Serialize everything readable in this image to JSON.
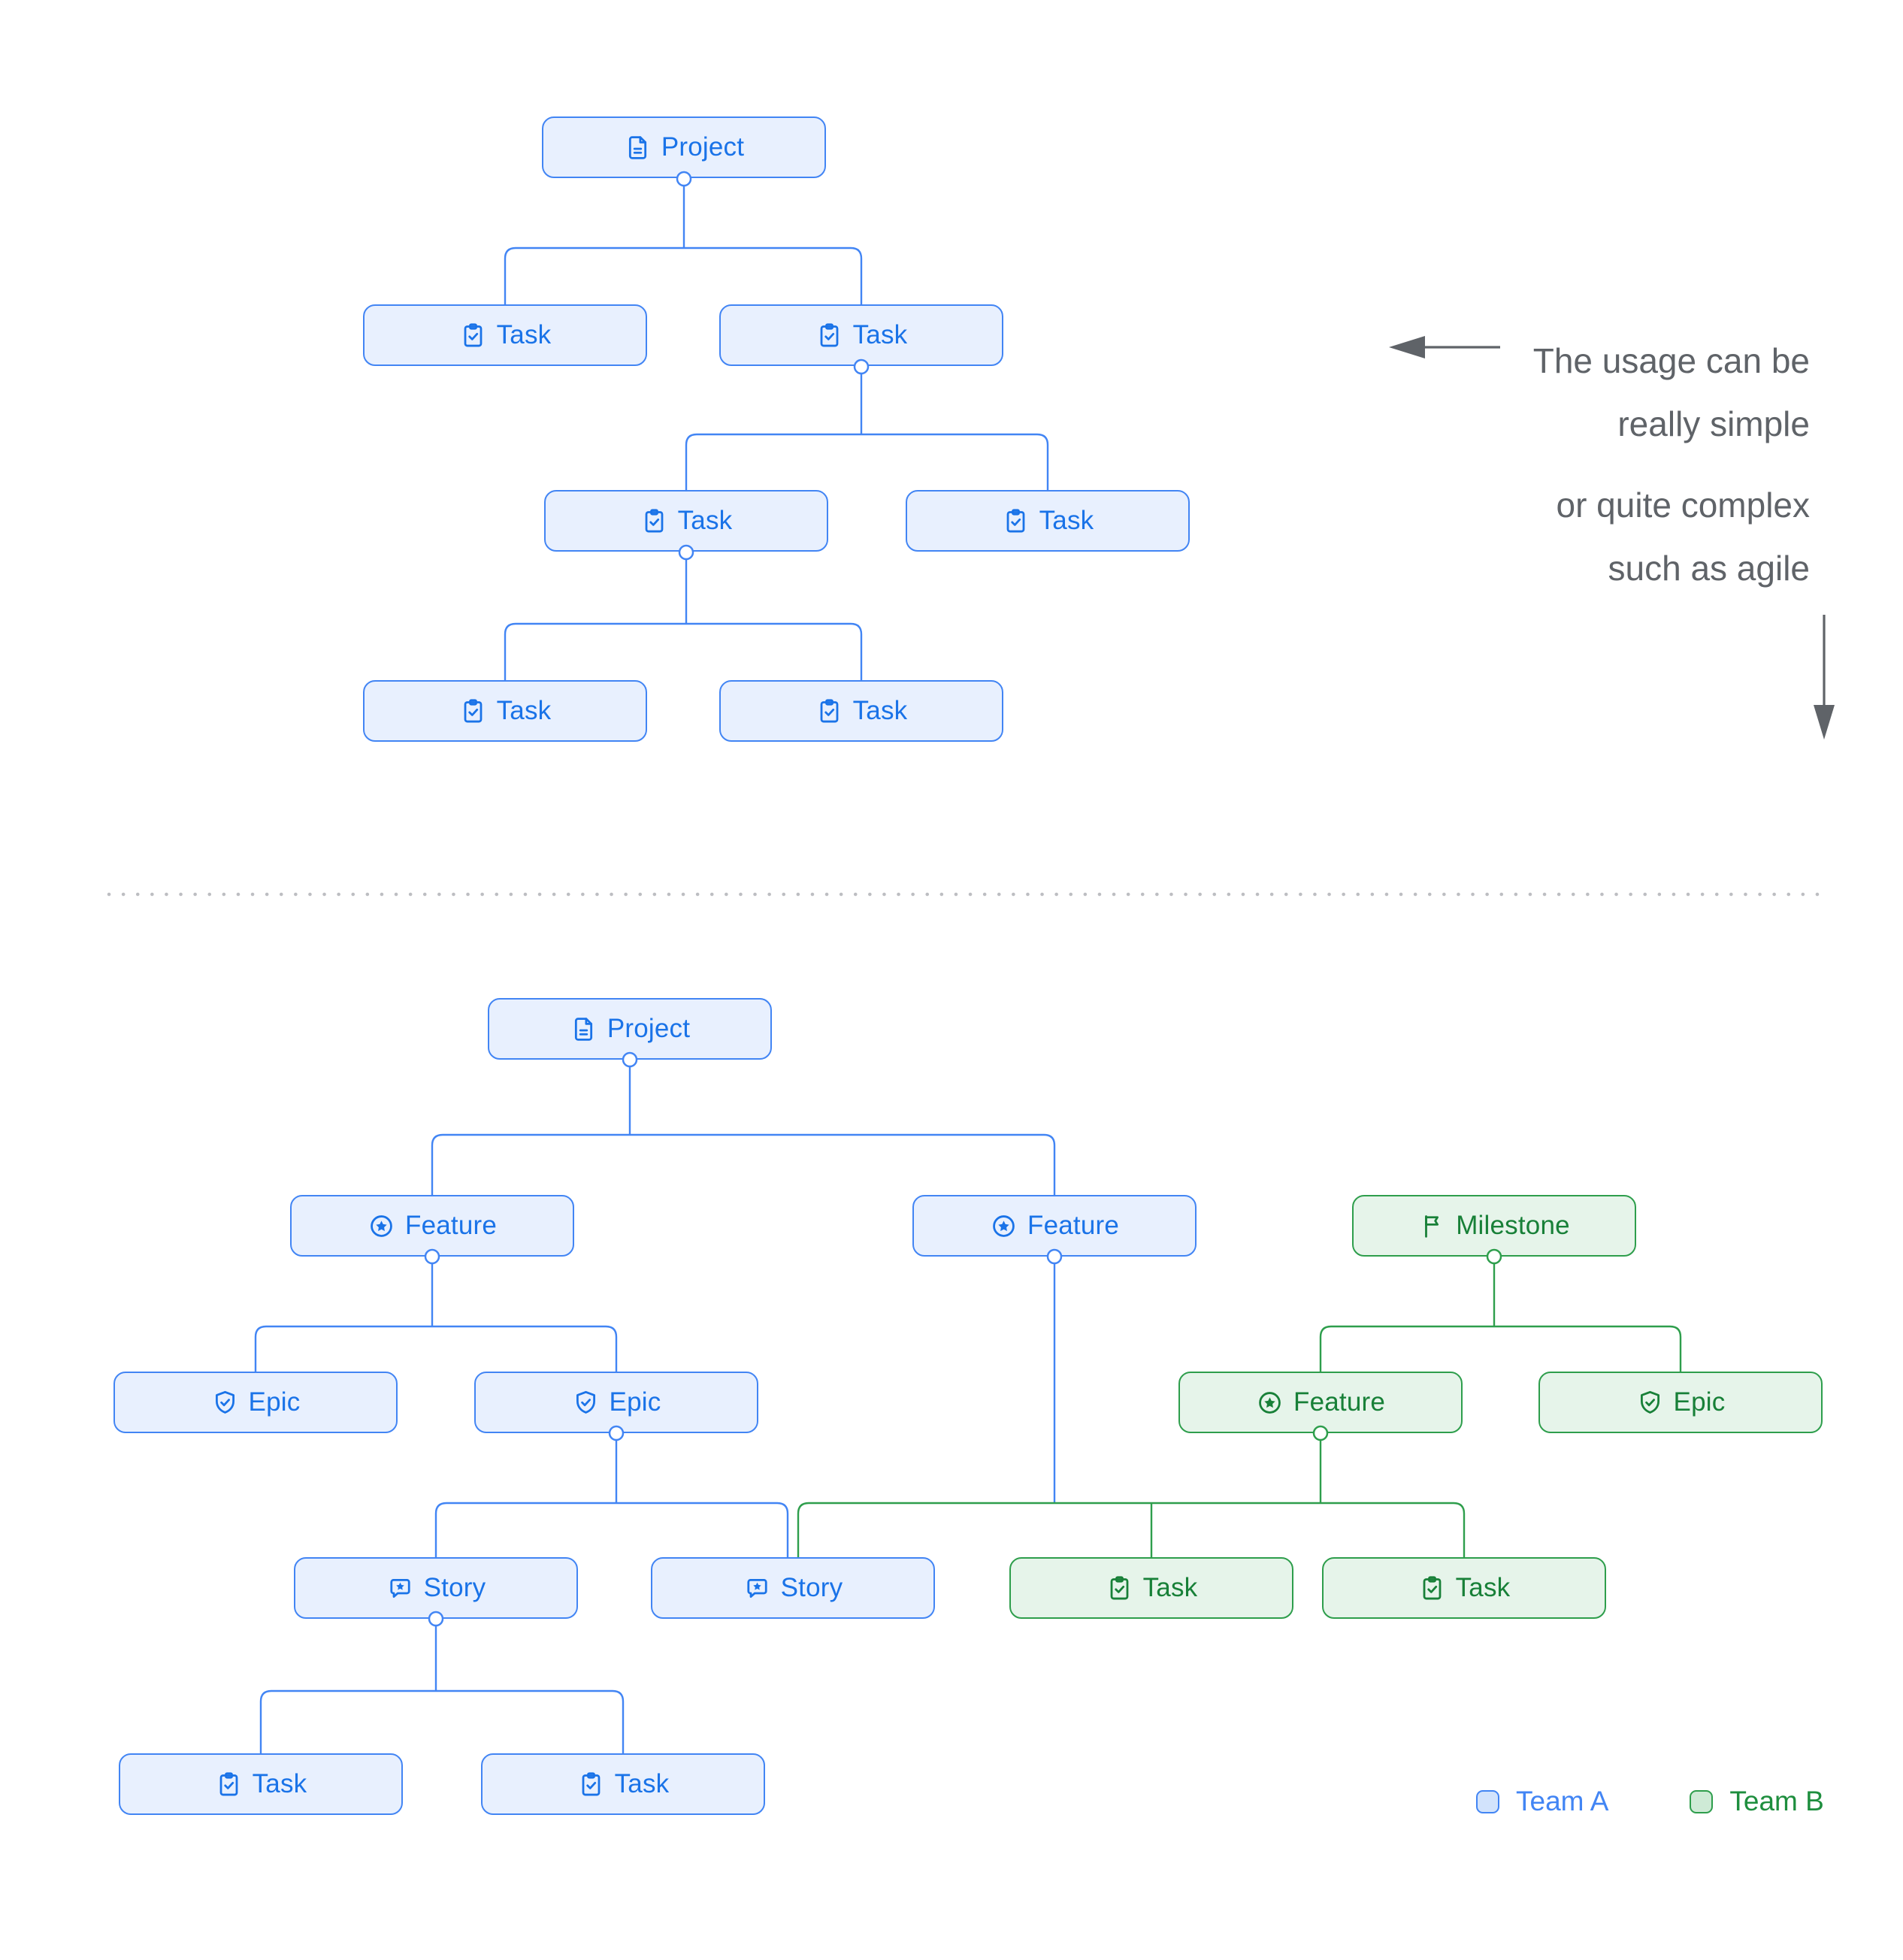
{
  "colors": {
    "team_a_border": "#4285F4",
    "team_a_fill": "#E8F0FE",
    "team_a_text": "#1A73E8",
    "team_b_border": "#2E9E4C",
    "team_b_fill": "#E6F4EA",
    "team_b_text": "#188038",
    "annotation_text": "#5F6368",
    "divider_dots": "#BDBEC2"
  },
  "annotation": {
    "p1": {
      "line1": "The usage can be",
      "line2": "really simple"
    },
    "p2": {
      "line1": "or quite complex",
      "line2": "such as agile"
    }
  },
  "legend": {
    "items": [
      {
        "label": "Team A",
        "team": "A"
      },
      {
        "label": "Team B",
        "team": "B"
      }
    ]
  },
  "diagrams": {
    "simple": {
      "title": "simple usage tree",
      "nodes": [
        {
          "id": "p1",
          "label": "Project",
          "icon": "document",
          "team": "A"
        },
        {
          "id": "t2l",
          "label": "Task",
          "icon": "task",
          "team": "A"
        },
        {
          "id": "t2r",
          "label": "Task",
          "icon": "task",
          "team": "A"
        },
        {
          "id": "t3l",
          "label": "Task",
          "icon": "task",
          "team": "A"
        },
        {
          "id": "t3r",
          "label": "Task",
          "icon": "task",
          "team": "A"
        },
        {
          "id": "t4l",
          "label": "Task",
          "icon": "task",
          "team": "A"
        },
        {
          "id": "t4r",
          "label": "Task",
          "icon": "task",
          "team": "A"
        }
      ],
      "edges": [
        [
          "p1",
          "t2l"
        ],
        [
          "p1",
          "t2r"
        ],
        [
          "t2r",
          "t3l"
        ],
        [
          "t2r",
          "t3r"
        ],
        [
          "t3l",
          "t4l"
        ],
        [
          "t3l",
          "t4r"
        ]
      ]
    },
    "complex": {
      "title": "complex agile usage tree",
      "nodes": [
        {
          "id": "p2",
          "label": "Project",
          "icon": "document",
          "team": "A"
        },
        {
          "id": "f1",
          "label": "Feature",
          "icon": "feature",
          "team": "A"
        },
        {
          "id": "f2",
          "label": "Feature",
          "icon": "feature",
          "team": "A"
        },
        {
          "id": "ms",
          "label": "Milestone",
          "icon": "flag",
          "team": "B"
        },
        {
          "id": "e1",
          "label": "Epic",
          "icon": "epic",
          "team": "A"
        },
        {
          "id": "e2",
          "label": "Epic",
          "icon": "epic",
          "team": "A"
        },
        {
          "id": "gf",
          "label": "Feature",
          "icon": "feature",
          "team": "B"
        },
        {
          "id": "ge",
          "label": "Epic",
          "icon": "epic",
          "team": "B"
        },
        {
          "id": "s1",
          "label": "Story",
          "icon": "story",
          "team": "A"
        },
        {
          "id": "s2",
          "label": "Story",
          "icon": "story",
          "team": "A"
        },
        {
          "id": "gt1",
          "label": "Task",
          "icon": "task",
          "team": "B"
        },
        {
          "id": "gt2",
          "label": "Task",
          "icon": "task",
          "team": "B"
        },
        {
          "id": "tb1",
          "label": "Task",
          "icon": "task",
          "team": "A"
        },
        {
          "id": "tb2",
          "label": "Task",
          "icon": "task",
          "team": "A"
        }
      ],
      "edges": [
        [
          "p2",
          "f1"
        ],
        [
          "p2",
          "f2"
        ],
        [
          "f1",
          "e1"
        ],
        [
          "f1",
          "e2"
        ],
        [
          "e2",
          "s1"
        ],
        [
          "e2",
          "s2"
        ],
        [
          "f2",
          "s2"
        ],
        [
          "f2",
          "gt1"
        ],
        [
          "f2",
          "gt2"
        ],
        [
          "gf",
          "s2"
        ],
        [
          "gf",
          "gt1"
        ],
        [
          "gf",
          "gt2"
        ],
        [
          "ms",
          "gf"
        ],
        [
          "ms",
          "ge"
        ],
        [
          "s1",
          "tb1"
        ],
        [
          "s1",
          "tb2"
        ]
      ]
    }
  }
}
